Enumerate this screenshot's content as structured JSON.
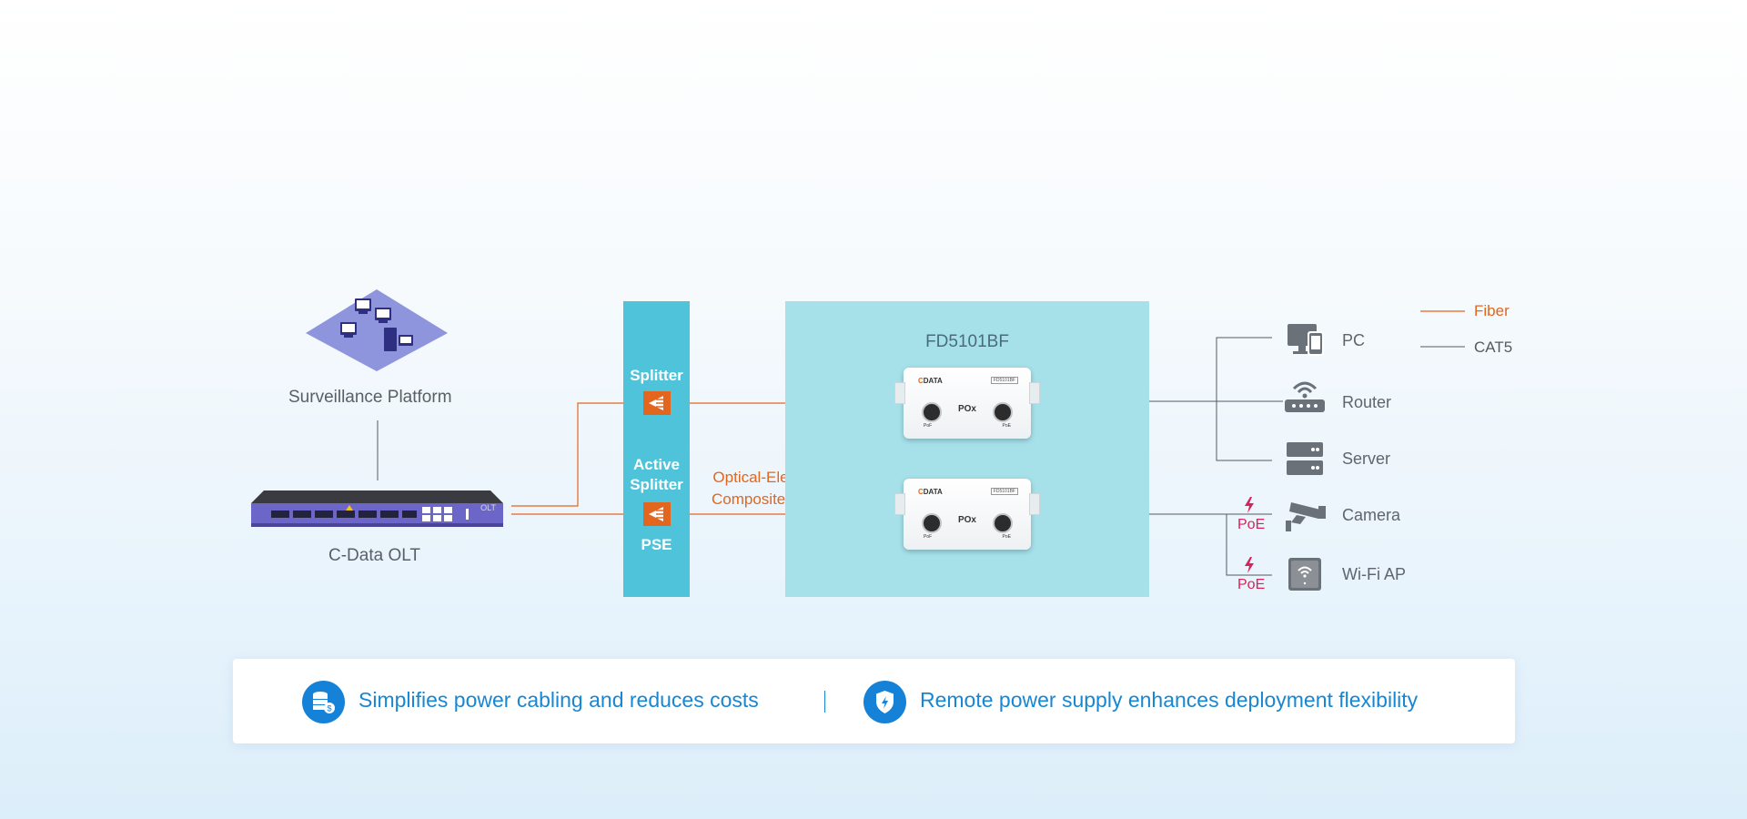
{
  "diagram": {
    "surveillance_platform": "Surveillance Platform",
    "olt": "C-Data OLT",
    "olt_badge": "OLT",
    "splitter": "Splitter",
    "active_splitter": "Active\nSplitter",
    "pse": "PSE",
    "cable_label": "Optical-Electrical\nComposite Cable",
    "panel_title": "FD5101BF",
    "pox": {
      "brand_prefix": "C",
      "brand": "DATA",
      "model": "FD5101BF",
      "name": "POx",
      "port_in": "PoF",
      "port_out": "PoE"
    },
    "devices": [
      {
        "label": "PC",
        "icon": "pc-phone-icon"
      },
      {
        "label": "Router",
        "icon": "router-icon"
      },
      {
        "label": "Server",
        "icon": "server-icon"
      },
      {
        "label": "Camera",
        "icon": "camera-icon"
      },
      {
        "label": "Wi-Fi AP",
        "icon": "wifi-ap-icon"
      }
    ],
    "poe_label": "PoE",
    "legend": {
      "fiber": "Fiber",
      "cat5": "CAT5"
    },
    "colors": {
      "fiber": "#e2661e",
      "cat5": "#555a60",
      "poe": "#d6245a",
      "splitter_bg": "#4fc3da",
      "panel_bg": "#a6e1ea",
      "accent": "#1582d8"
    }
  },
  "features": [
    {
      "text": "Simplifies power cabling and reduces costs",
      "icon": "database-dollar-icon"
    },
    {
      "text": "Remote power supply enhances deployment flexibility",
      "icon": "shield-bolt-icon"
    }
  ]
}
